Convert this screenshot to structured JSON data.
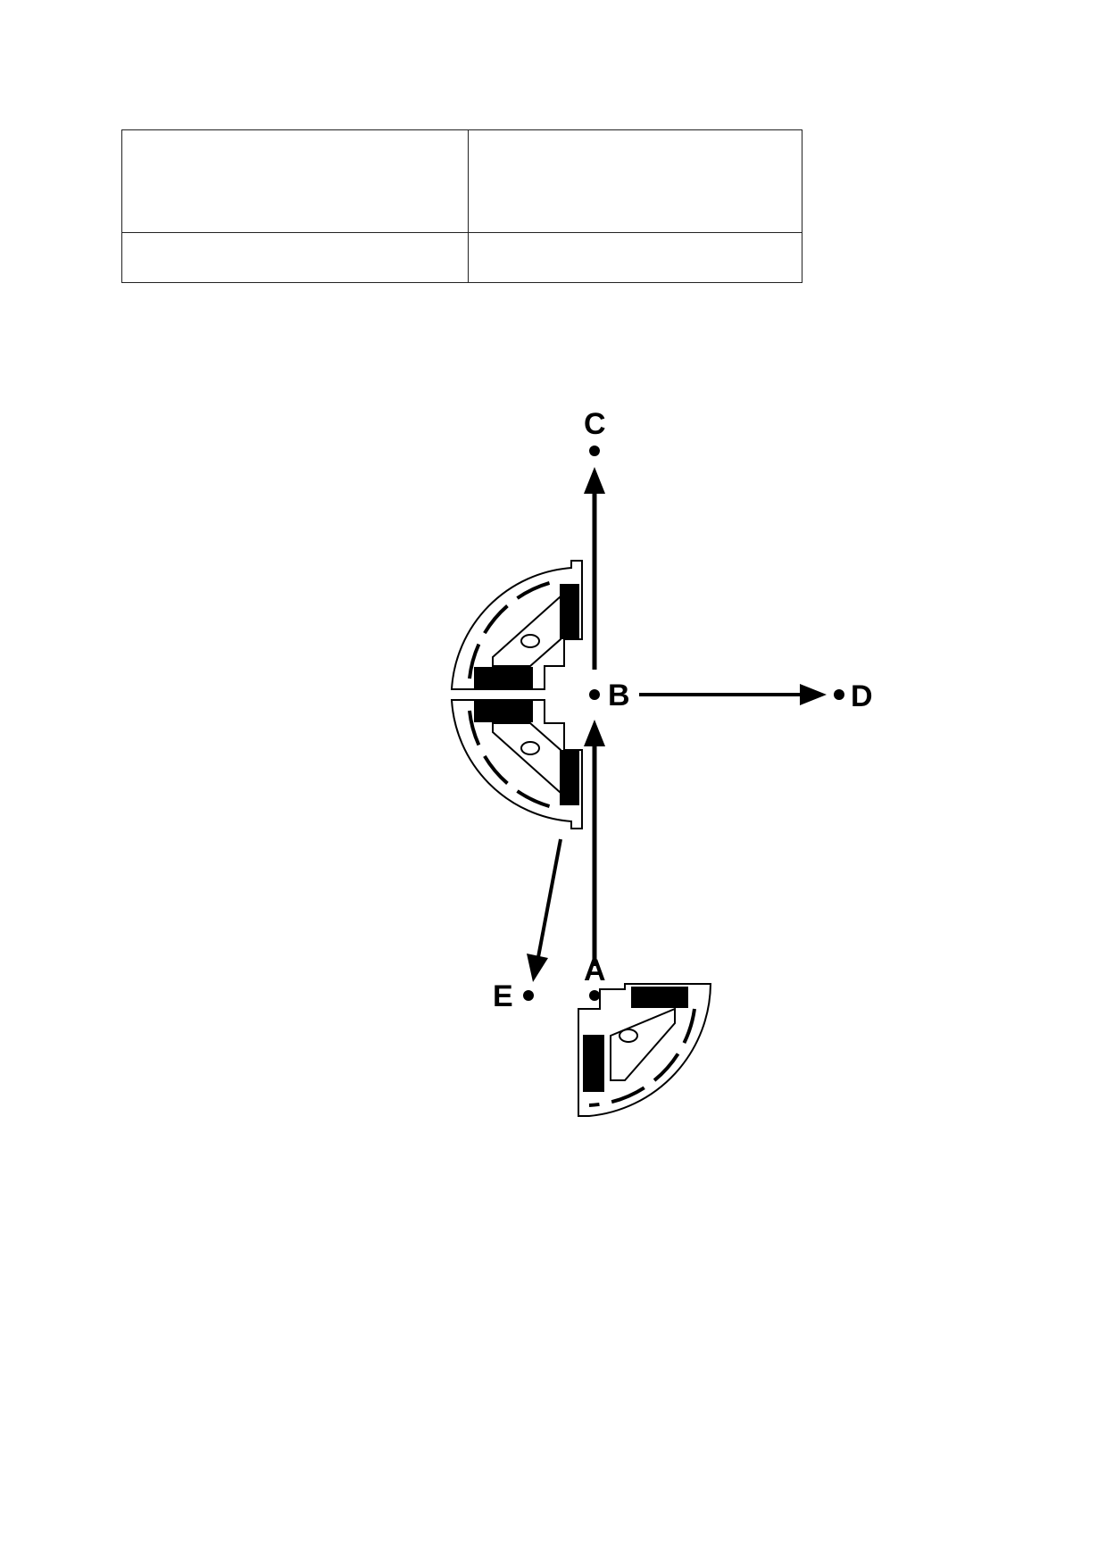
{
  "table": {
    "rows": [
      [
        "",
        ""
      ],
      [
        "",
        ""
      ]
    ]
  },
  "diagram": {
    "points": {
      "A": "A",
      "B": "B",
      "C": "C",
      "D": "D",
      "E": "E"
    }
  }
}
